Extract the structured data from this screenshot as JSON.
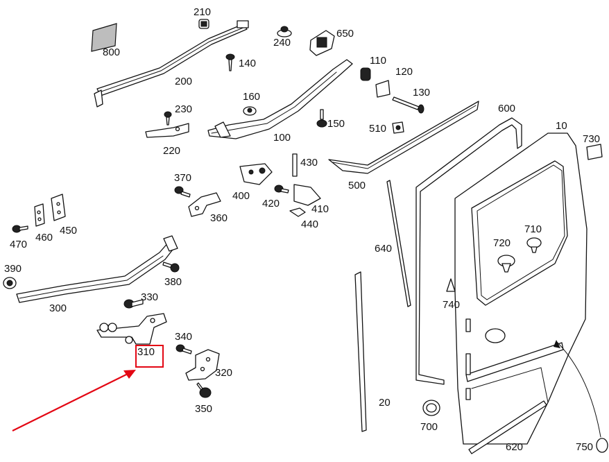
{
  "diagram": {
    "callouts": {
      "p10": "10",
      "p20": "20",
      "p100": "100",
      "p110": "110",
      "p120": "120",
      "p130": "130",
      "p140": "140",
      "p150": "150",
      "p160": "160",
      "p200": "200",
      "p210": "210",
      "p220": "220",
      "p230": "230",
      "p240": "240",
      "p300": "300",
      "p310": "310",
      "p320": "320",
      "p330": "330",
      "p340": "340",
      "p350": "350",
      "p360": "360",
      "p370": "370",
      "p380": "380",
      "p390": "390",
      "p400": "400",
      "p410": "410",
      "p420": "420",
      "p430": "430",
      "p440": "440",
      "p450": "450",
      "p460": "460",
      "p470": "470",
      "p500": "500",
      "p510": "510",
      "p600": "600",
      "p620": "620",
      "p640": "640",
      "p650": "650",
      "p700": "700",
      "p710": "710",
      "p720": "720",
      "p730": "730",
      "p740": "740",
      "p750": "750",
      "p800": "800"
    },
    "highlighted_part": "310",
    "colors": {
      "line": "#111111",
      "highlight": "#e30613",
      "background": "#ffffff"
    }
  }
}
